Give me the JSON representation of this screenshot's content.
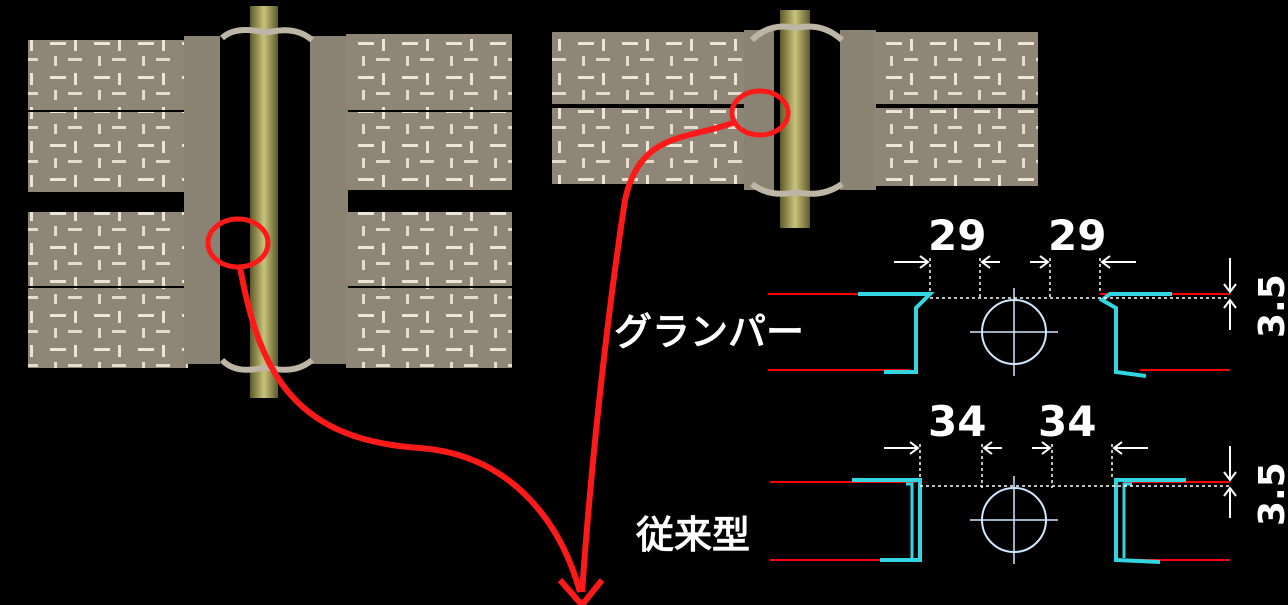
{
  "labels": {
    "gramper": "グランパー",
    "conventional": "従来型"
  },
  "dimensions": {
    "gramper_gap_left": "29",
    "gramper_gap_right": "29",
    "gramper_thickness": "3.5",
    "conventional_gap_left": "34",
    "conventional_gap_right": "34",
    "conventional_thickness": "3.5"
  },
  "colors": {
    "background": "#000000",
    "board_line": "#ff0000",
    "profile": "#33d6e0",
    "callout": "#ff1a1a",
    "pipe_symbol": "#cfe8ff",
    "dimension": "#ffffff"
  }
}
